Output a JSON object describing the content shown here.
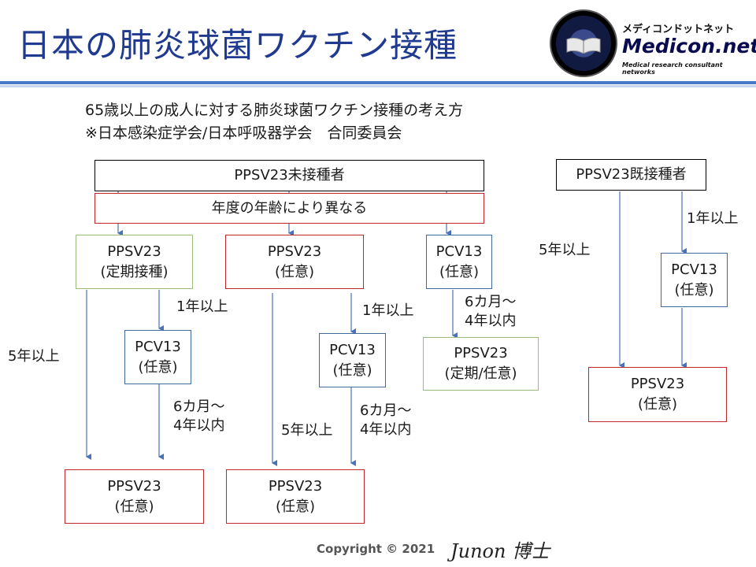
{
  "title": "日本の肺炎球菌ワクチン接種",
  "logo": {
    "jp": "メディコンドットネット",
    "en": "Medicon.net",
    "sub": "Medical research consultant networks"
  },
  "intro": {
    "line1": "65歳以上の成人に対する肺炎球菌ワクチン接種の考え方",
    "line2": "※日本感染症学会/日本呼吸器学会　合同委員会"
  },
  "boxes": {
    "unvaccinated": "PPSV23未接種者",
    "age_note": "年度の年齢により異なる",
    "ppsv_regular_1": "PPSV23",
    "ppsv_regular_2": "(定期接種)",
    "ppsv_optional_a_1": "PPSV23",
    "ppsv_optional_a_2": "(任意)",
    "pcv_a_1": "PCV13",
    "pcv_a_2": "(任意)",
    "pcv_left_1": "PCV13",
    "pcv_left_2": "(任意)",
    "pcv_mid_1": "PCV13",
    "pcv_mid_2": "(任意)",
    "ppsv_reg_opt_1": "PPSV23",
    "ppsv_reg_opt_2": "(定期/任意)",
    "bottom_left_1": "PPSV23",
    "bottom_left_2": "(任意)",
    "bottom_mid_1": "PPSV23",
    "bottom_mid_2": "(任意)",
    "vaccinated": "PPSV23既接種者",
    "pcv_right_1": "PCV13",
    "pcv_right_2": "(任意)",
    "ppsv_right_1": "PPSV23",
    "ppsv_right_2": "(任意)"
  },
  "labels": {
    "one_year_a": "1年以上",
    "one_year_b": "1年以上",
    "one_year_c": "1年以上",
    "five_year_left": "5年以上",
    "five_year_mid": "5年以上",
    "five_year_right": "5年以上",
    "six_month_a_1": "6カ月～",
    "six_month_a_2": "4年以内",
    "six_month_b_1": "6カ月～",
    "six_month_b_2": "4年以内",
    "six_month_c_1": "6カ月～",
    "six_month_c_2": "4年以内"
  },
  "footer": {
    "copyright": "Copyright  ©  2021",
    "signature": "Junon 博士"
  },
  "colors": {
    "title": "#1f3a8f",
    "red_border": "#c0272d",
    "green_border": "#9bbb7c",
    "blue_border": "#3f6a9a",
    "arrow": "#4a72b8"
  }
}
